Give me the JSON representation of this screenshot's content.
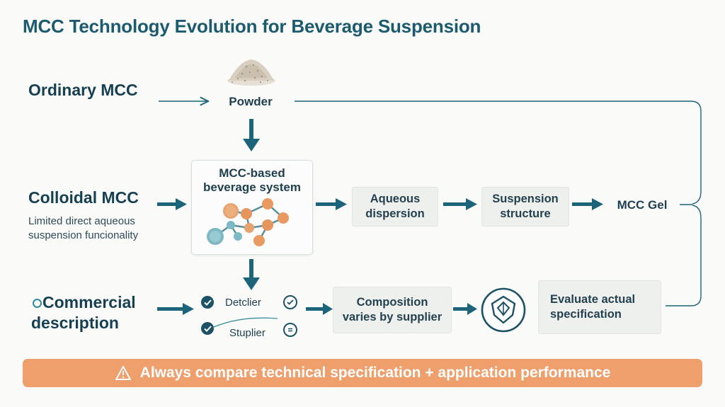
{
  "title": "MCC Technology Evolution for Beverage Suspension",
  "rows": {
    "ordinary": "Ordinary MCC",
    "colloidal": "Colloidal MCC",
    "colloidal_note_line1": "Limited direct aqueous",
    "colloidal_note_line2": "suspension funcionality",
    "commercial_line1": "Commercial",
    "commercial_line2": "description"
  },
  "nodes": {
    "powder": "Powder",
    "system_line1": "MCC-based",
    "system_line2": "beverage system",
    "aqueous_line1": "Aqueous",
    "aqueous_line2": "dispersion",
    "suspension_line1": "Suspension",
    "suspension_line2": "structure",
    "gel": "MCC Gel",
    "supplier_a": "Detclier",
    "supplier_b": "Stuplier",
    "composition_line1": "Composition",
    "composition_line2": "varies by supplier",
    "evaluate_line1": "Evaluate actual",
    "evaluate_line2": "specification"
  },
  "banner": "Always compare technical specification + application performance",
  "icons": {
    "powder": "powder-pile-icon",
    "molecule": "molecule-network-icon",
    "shield": "shield-badge-icon",
    "warning": "warning-triangle-icon"
  },
  "colors": {
    "title": "#1c5a6e",
    "arrow": "#1b6479",
    "banner": "#ee9f6c",
    "node_orange": "#e99a60",
    "node_teal": "#7cb9c4"
  }
}
